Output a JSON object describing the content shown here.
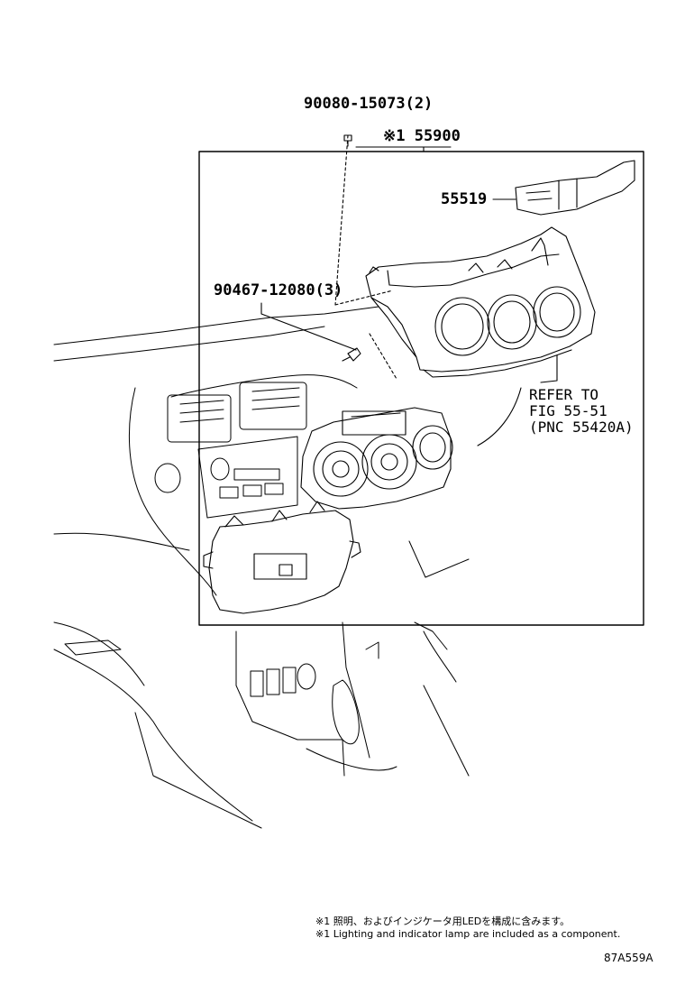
{
  "labels": {
    "bolt_part": "90080-15073(2)",
    "assembly_part": "※1 55900",
    "bezel_part": "55519",
    "screw_part": "90467-12080(3)",
    "refer_line1": "REFER TO",
    "refer_line2": "FIG 55-51",
    "refer_line3": "(PNC 55420A)"
  },
  "notes": {
    "japanese": "※1 照明、およびインジケータ用LEDを構成に含みます。",
    "english": "※1 Lighting and indicator lamp are included as a component."
  },
  "figure_code": "87A559A"
}
